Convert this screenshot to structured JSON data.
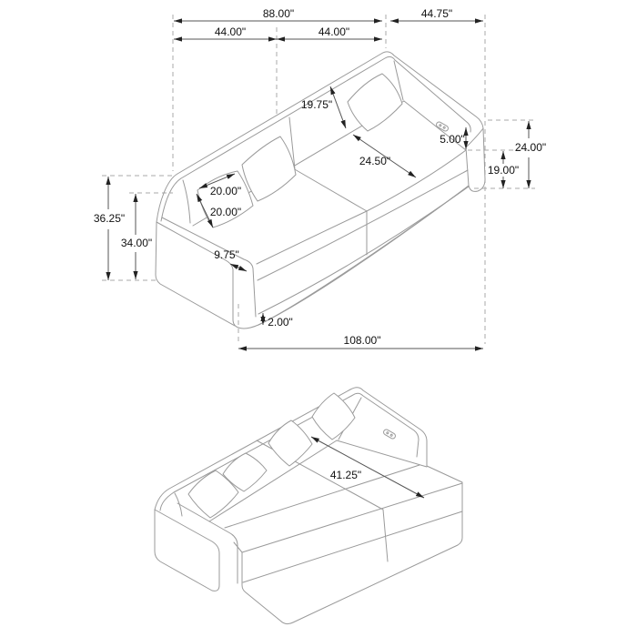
{
  "diagram": {
    "type": "furniture-dimension-drawing",
    "sofa_view": {
      "dims": {
        "overall_width": "88.00\"",
        "depth_overall": "44.75\"",
        "seat_width_left": "44.00\"",
        "seat_width_right": "44.00\"",
        "back_cushion": "19.75\"",
        "seat_depth": "24.50\"",
        "arm_above_seat": "5.00\"",
        "arm_height": "24.00\"",
        "seat_height": "19.00\"",
        "overall_height": "36.25\"",
        "back_height": "34.00\"",
        "pillow_width": "20.00\"",
        "pillow_height": "20.00\"",
        "arm_width": "9.75\"",
        "base_height": "2.00\"",
        "overall_length": "108.00\""
      }
    },
    "bed_view": {
      "dims": {
        "bed_depth": "41.25\""
      }
    }
  }
}
